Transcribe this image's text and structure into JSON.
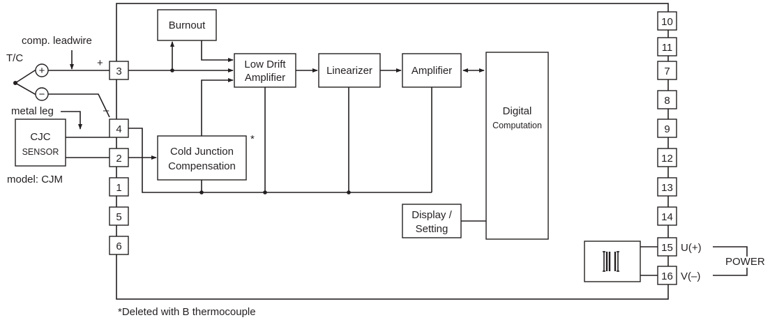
{
  "blocks": {
    "burnout": "Burnout",
    "low_drift_1": "Low Drift",
    "low_drift_2": "Amplifier",
    "linearizer": "Linearizer",
    "amplifier": "Amplifier",
    "digital_1": "Digital",
    "digital_2": "Computation",
    "cold_junction_1": "Cold Junction",
    "cold_junction_2": "Compensation",
    "cold_junction_mark": "*",
    "display_1": "Display /",
    "display_2": "Setting"
  },
  "left": {
    "comp_leadwire": "comp. leadwire",
    "tc": "T/C",
    "plus_sign": "+",
    "minus_sign": "–",
    "metal_leg": "metal leg",
    "cjc_1": "CJC",
    "cjc_2": "SENSOR",
    "model": "model: CJM",
    "circle_plus": "+",
    "circle_minus": "−"
  },
  "terminals_left": [
    "3",
    "4",
    "2",
    "1",
    "5",
    "6"
  ],
  "terminals_right": [
    "10",
    "11",
    "7",
    "8",
    "9",
    "12",
    "13",
    "14",
    "15",
    "16"
  ],
  "power": {
    "u_label": "U(+)",
    "v_label": "V(–)",
    "power_label": "POWER"
  },
  "footnote": "*Deleted with B thermocouple",
  "icons": {
    "transformer": "transformer-icon",
    "arrow": "arrow-head-icon"
  },
  "colors": {
    "line": "#231f20",
    "background": "#ffffff"
  }
}
